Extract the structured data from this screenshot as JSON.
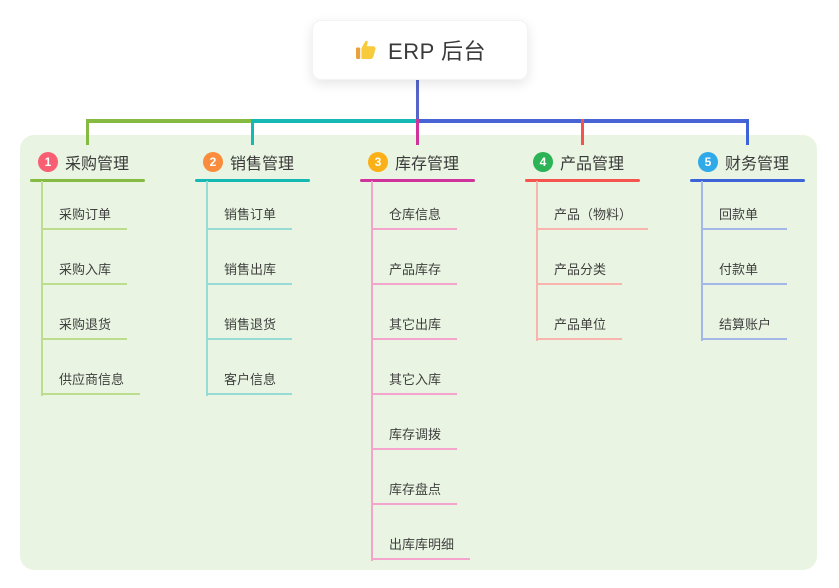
{
  "root": {
    "label": "ERP 后台",
    "icon": "thumbs-up-icon"
  },
  "branches": [
    {
      "badge": "1",
      "label": "采购管理",
      "badge_color": "#f85f73",
      "line_color": "#85bb42",
      "child_line_color": "#bcdc8e",
      "children": [
        "采购订单",
        "采购入库",
        "采购退货",
        "供应商信息"
      ]
    },
    {
      "badge": "2",
      "label": "销售管理",
      "badge_color": "#fa8d3d",
      "line_color": "#16b8b4",
      "child_line_color": "#96dbd6",
      "children": [
        "销售订单",
        "销售出库",
        "销售退货",
        "客户信息"
      ]
    },
    {
      "badge": "3",
      "label": "库存管理",
      "badge_color": "#fbb017",
      "line_color": "#d0339c",
      "child_line_color": "#f3a5cd",
      "children": [
        "仓库信息",
        "产品库存",
        "其它出库",
        "其它入库",
        "库存调拨",
        "库存盘点",
        "出库库明细"
      ]
    },
    {
      "badge": "4",
      "label": "产品管理",
      "badge_color": "#2bb356",
      "line_color": "#f4544d",
      "child_line_color": "#f8b4ad",
      "children": [
        "产品（物料）",
        "产品分类",
        "产品单位"
      ]
    },
    {
      "badge": "5",
      "label": "财务管理",
      "badge_color": "#2fa9e8",
      "line_color": "#3d63d8",
      "child_line_color": "#a3b7e8",
      "children": [
        "回款单",
        "付款单",
        "结算账户"
      ]
    }
  ],
  "connectors": {
    "trunk_color": "#5565c8",
    "bus_segment_colors": [
      "#85bb42",
      "#16b8b4",
      "#4763d4"
    ]
  },
  "colors": {
    "page_background": "#ffffff",
    "panel_background": "#e9f5e2",
    "node_background": "#ffffff",
    "text": "#3a3a3a"
  }
}
